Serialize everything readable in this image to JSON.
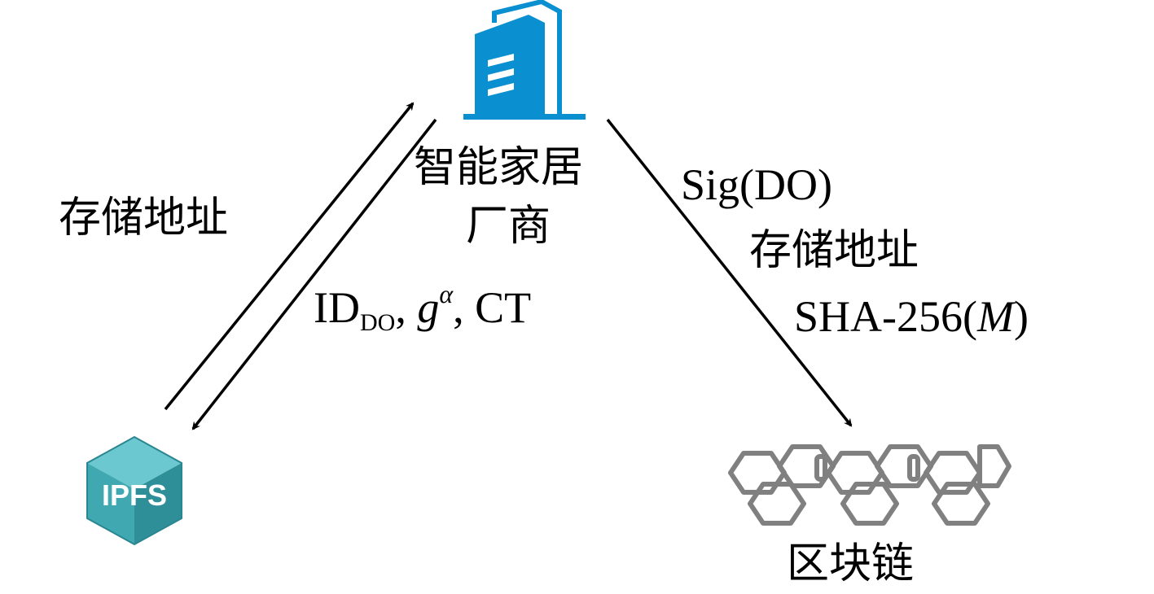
{
  "nodes": {
    "manufacturer": {
      "line1": "智能家居",
      "line2": "厂商",
      "icon": "building-icon",
      "color": "#0A8FD0"
    },
    "ipfs": {
      "icon_text": "IPFS",
      "icon": "ipfs-cube-icon",
      "colors": {
        "top": "#6BC7D0",
        "front": "#3FA8B1",
        "side": "#2E8F98"
      }
    },
    "blockchain": {
      "label": "区块链",
      "icon": "blockchain-chain-icon",
      "color": "#808080"
    }
  },
  "edges": {
    "ipfs_to_manufacturer": {
      "label": "存储地址"
    },
    "manufacturer_to_ipfs": {
      "id": "ID",
      "id_sub": "DO",
      "g": "g",
      "alpha": "α",
      "sep": ",",
      "ct": "CT"
    },
    "manufacturer_to_blockchain": {
      "line1": "Sig(DO)",
      "line2": "存储地址",
      "sha_prefix": "SHA-256(",
      "sha_var": "M",
      "sha_suffix": ")"
    }
  }
}
